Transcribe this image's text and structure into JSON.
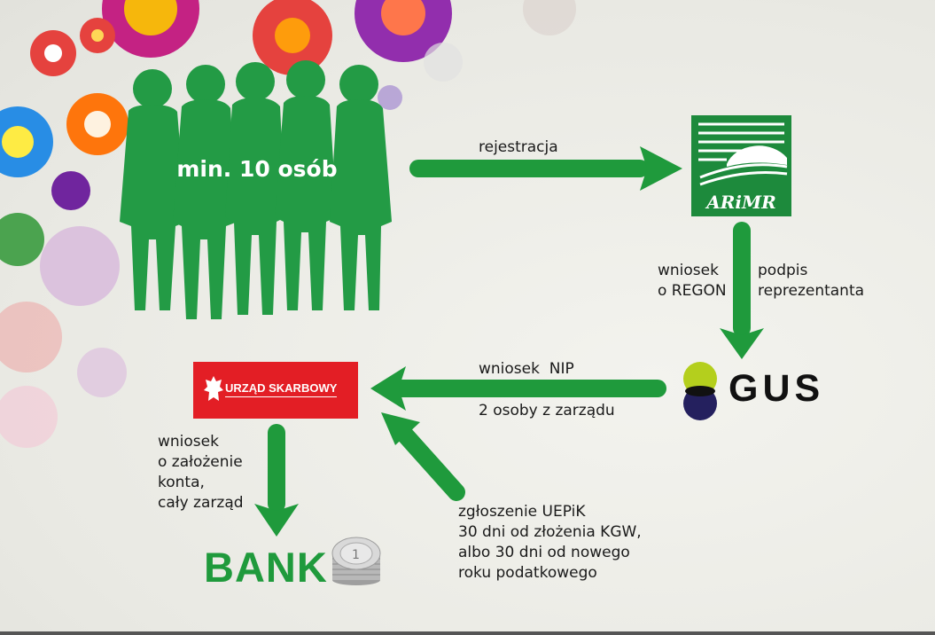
{
  "group": {
    "label": "min. 10 osób"
  },
  "arimr": {
    "logo_text": "ARiMR"
  },
  "gus": {
    "logo_text": "GUS"
  },
  "urzad": {
    "logo_text": "URZĄD SKARBOWY"
  },
  "bank": {
    "text": "BANK"
  },
  "edges": {
    "rejestracja": "rejestracja",
    "wniosek_regon": "wniosek\no REGON",
    "podpis": "podpis\nreprezentanta",
    "wniosek_nip": "wniosek  NIP",
    "dwie_osoby": "2 osoby z zarządu",
    "wniosek_konto": "wniosek\no założenie\nkonta,\ncały zarząd",
    "uepik": "zgłoszenie UEPiK\n30 dni od złożenia KGW,\nalbo 30 dni od nowego\nroku podatkowego"
  },
  "colors": {
    "arrow_green": "#1f9a3c",
    "silhouette_green": "#239b45",
    "arimr_green": "#1d8a3c",
    "urzad_red": "#e31e25",
    "gus_lime": "#b4cf1d",
    "gus_navy": "#24205e"
  }
}
